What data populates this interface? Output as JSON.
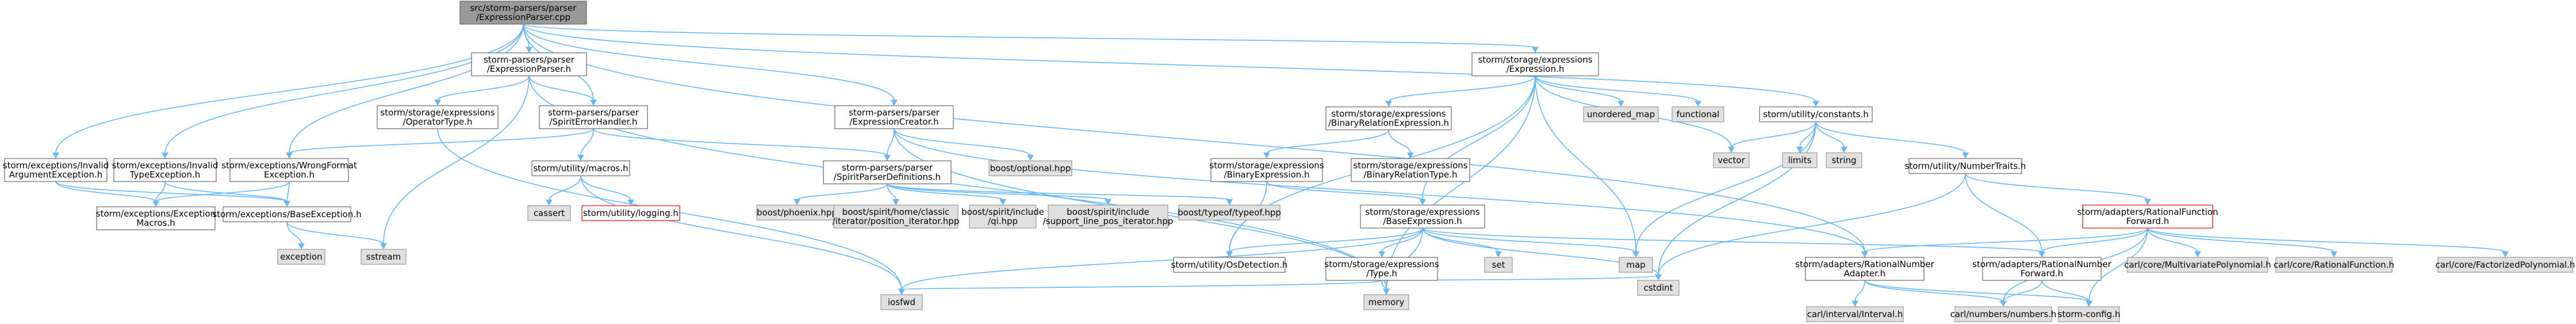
{
  "colors": {
    "root_fill": "#999999",
    "root_stroke": "#666666",
    "doc_fill": "#ffffff",
    "doc_stroke": "#666666",
    "ext_fill": "#e0e0e0",
    "ext_stroke": "#999999",
    "missing_stroke": "#ff0000",
    "edge": "#63b8ff",
    "text": "#000000"
  },
  "nodes": [
    {
      "id": "root",
      "kind": "root",
      "lines": [
        "src/storm-parsers/parser",
        "/ExpressionParser.cpp"
      ]
    },
    {
      "id": "ep_h",
      "kind": "doc",
      "lines": [
        "storm-parsers/parser",
        "/ExpressionParser.h"
      ]
    },
    {
      "id": "expr_h",
      "kind": "doc",
      "lines": [
        "storm/storage/expressions",
        "/Expression.h"
      ]
    },
    {
      "id": "constants_h",
      "kind": "doc",
      "lines": [
        "storm/utility/constants.h"
      ]
    },
    {
      "id": "invalid_arg",
      "kind": "doc",
      "lines": [
        "storm/exceptions/Invalid",
        "ArgumentException.h"
      ]
    },
    {
      "id": "invalid_type",
      "kind": "doc",
      "lines": [
        "storm/exceptions/Invalid",
        "TypeException.h"
      ]
    },
    {
      "id": "wrong_format",
      "kind": "doc",
      "lines": [
        "storm/exceptions/WrongFormat",
        "Exception.h"
      ]
    },
    {
      "id": "operator_type",
      "kind": "doc",
      "lines": [
        "storm/storage/expressions",
        "/OperatorType.h"
      ]
    },
    {
      "id": "spirit_error",
      "kind": "doc",
      "lines": [
        "storm-parsers/parser",
        "/SpiritErrorHandler.h"
      ]
    },
    {
      "id": "expr_creator",
      "kind": "doc",
      "lines": [
        "storm-parsers/parser",
        "/ExpressionCreator.h"
      ]
    },
    {
      "id": "macros_h",
      "kind": "doc",
      "lines": [
        "storm/utility/macros.h"
      ]
    },
    {
      "id": "spirit_defs",
      "kind": "doc",
      "lines": [
        "storm-parsers/parser",
        "/SpiritParserDefinitions.h"
      ]
    },
    {
      "id": "boost_optional",
      "kind": "ext",
      "lines": [
        "boost/optional.hpp"
      ]
    },
    {
      "id": "exc_macros",
      "kind": "doc",
      "lines": [
        "storm/exceptions/Exception",
        "Macros.h"
      ]
    },
    {
      "id": "base_exc",
      "kind": "doc",
      "lines": [
        "storm/exceptions/BaseException.h"
      ]
    },
    {
      "id": "exception",
      "kind": "ext",
      "lines": [
        "exception"
      ]
    },
    {
      "id": "sstream",
      "kind": "ext",
      "lines": [
        "sstream"
      ]
    },
    {
      "id": "cassert",
      "kind": "ext",
      "lines": [
        "cassert"
      ]
    },
    {
      "id": "logging",
      "kind": "missing",
      "lines": [
        "storm/utility/logging.h"
      ]
    },
    {
      "id": "boost_phoenix",
      "kind": "ext",
      "lines": [
        "boost/phoenix.hpp"
      ]
    },
    {
      "id": "boost_pos_iter",
      "kind": "ext",
      "lines": [
        "boost/spirit/home/classic",
        "/iterator/position_iterator.hpp"
      ]
    },
    {
      "id": "boost_qi",
      "kind": "ext",
      "lines": [
        "boost/spirit/include",
        "/qi.hpp"
      ]
    },
    {
      "id": "boost_line_pos",
      "kind": "ext",
      "lines": [
        "boost/spirit/include",
        "/support_line_pos_iterator.hpp"
      ]
    },
    {
      "id": "boost_typeof",
      "kind": "ext",
      "lines": [
        "boost/typeof/typeof.hpp"
      ]
    },
    {
      "id": "unordered_map",
      "kind": "ext",
      "lines": [
        "unordered_map"
      ]
    },
    {
      "id": "functional",
      "kind": "ext",
      "lines": [
        "functional"
      ]
    },
    {
      "id": "binrel_h",
      "kind": "doc",
      "lines": [
        "storm/storage/expressions",
        "/BinaryRelationExpression.h"
      ]
    },
    {
      "id": "binexpr_h",
      "kind": "doc",
      "lines": [
        "storm/storage/expressions",
        "/BinaryExpression.h"
      ]
    },
    {
      "id": "binrel_type",
      "kind": "doc",
      "lines": [
        "storm/storage/expressions",
        "/BinaryRelationType.h"
      ]
    },
    {
      "id": "baseexpr_h",
      "kind": "doc",
      "lines": [
        "storm/storage/expressions",
        "/BaseExpression.h"
      ]
    },
    {
      "id": "osdetect",
      "kind": "doc",
      "lines": [
        "storm/utility/OsDetection.h"
      ]
    },
    {
      "id": "type_h",
      "kind": "doc",
      "lines": [
        "storm/storage/expressions",
        "/Type.h"
      ]
    },
    {
      "id": "set",
      "kind": "ext",
      "lines": [
        "set"
      ]
    },
    {
      "id": "map",
      "kind": "ext",
      "lines": [
        "map"
      ]
    },
    {
      "id": "cstdint",
      "kind": "ext",
      "lines": [
        "cstdint"
      ]
    },
    {
      "id": "iosfwd",
      "kind": "ext",
      "lines": [
        "iosfwd"
      ]
    },
    {
      "id": "memory",
      "kind": "ext",
      "lines": [
        "memory"
      ]
    },
    {
      "id": "vector",
      "kind": "ext",
      "lines": [
        "vector"
      ]
    },
    {
      "id": "limits",
      "kind": "ext",
      "lines": [
        "limits"
      ]
    },
    {
      "id": "string",
      "kind": "ext",
      "lines": [
        "string"
      ]
    },
    {
      "id": "numtraits",
      "kind": "doc",
      "lines": [
        "storm/utility/NumberTraits.h"
      ]
    },
    {
      "id": "ratfunc_fwd",
      "kind": "missing",
      "lines": [
        "storm/adapters/RationalFunction",
        "Forward.h"
      ]
    },
    {
      "id": "ratnum_adapter",
      "kind": "doc",
      "lines": [
        "storm/adapters/RationalNumber",
        "Adapter.h"
      ]
    },
    {
      "id": "ratnum_fwd",
      "kind": "doc",
      "lines": [
        "storm/adapters/RationalNumber",
        "Forward.h"
      ]
    },
    {
      "id": "multivar_poly",
      "kind": "ext",
      "lines": [
        "carl/core/MultivariatePolynomial.h"
      ]
    },
    {
      "id": "ratfunc_carl",
      "kind": "ext",
      "lines": [
        "carl/core/RationalFunction.h"
      ]
    },
    {
      "id": "fact_poly",
      "kind": "ext",
      "lines": [
        "carl/core/FactorizedPolynomial.h"
      ]
    },
    {
      "id": "interval",
      "kind": "ext",
      "lines": [
        "carl/interval/Interval.h"
      ]
    },
    {
      "id": "numbers",
      "kind": "ext",
      "lines": [
        "carl/numbers/numbers.h"
      ]
    },
    {
      "id": "storm_config",
      "kind": "ext",
      "lines": [
        "storm-config.h"
      ]
    }
  ],
  "edges": [
    [
      "root",
      "ep_h"
    ],
    [
      "root",
      "expr_h"
    ],
    [
      "root",
      "constants_h"
    ],
    [
      "root",
      "invalid_arg"
    ],
    [
      "root",
      "invalid_type"
    ],
    [
      "root",
      "wrong_format"
    ],
    [
      "root",
      "spirit_error"
    ],
    [
      "root",
      "expr_creator"
    ],
    [
      "root",
      "ratnum_adapter"
    ],
    [
      "ep_h",
      "operator_type"
    ],
    [
      "ep_h",
      "spirit_error"
    ],
    [
      "ep_h",
      "sstream"
    ],
    [
      "ep_h",
      "memory"
    ],
    [
      "spirit_error",
      "macros_h"
    ],
    [
      "spirit_error",
      "spirit_defs"
    ],
    [
      "spirit_error",
      "wrong_format"
    ],
    [
      "expr_creator",
      "spirit_defs"
    ],
    [
      "expr_creator",
      "boost_optional"
    ],
    [
      "expr_creator",
      "memory"
    ],
    [
      "expr_creator",
      "ratnum_adapter"
    ],
    [
      "macros_h",
      "cassert"
    ],
    [
      "macros_h",
      "logging"
    ],
    [
      "macros_h",
      "iosfwd"
    ],
    [
      "spirit_defs",
      "boost_phoenix"
    ],
    [
      "spirit_defs",
      "boost_pos_iter"
    ],
    [
      "spirit_defs",
      "boost_qi"
    ],
    [
      "spirit_defs",
      "boost_line_pos"
    ],
    [
      "spirit_defs",
      "boost_typeof"
    ],
    [
      "invalid_arg",
      "exc_macros"
    ],
    [
      "invalid_arg",
      "base_exc"
    ],
    [
      "invalid_type",
      "exc_macros"
    ],
    [
      "invalid_type",
      "base_exc"
    ],
    [
      "wrong_format",
      "exc_macros"
    ],
    [
      "wrong_format",
      "base_exc"
    ],
    [
      "base_exc",
      "exception"
    ],
    [
      "base_exc",
      "sstream"
    ],
    [
      "operator_type",
      "iosfwd"
    ],
    [
      "expr_h",
      "binrel_h"
    ],
    [
      "expr_h",
      "unordered_map"
    ],
    [
      "expr_h",
      "functional"
    ],
    [
      "expr_h",
      "vector"
    ],
    [
      "expr_h",
      "map"
    ],
    [
      "expr_h",
      "baseexpr_h"
    ],
    [
      "expr_h",
      "osdetect"
    ],
    [
      "expr_h",
      "memory"
    ],
    [
      "binrel_h",
      "binexpr_h"
    ],
    [
      "binrel_h",
      "binrel_type"
    ],
    [
      "binexpr_h",
      "baseexpr_h"
    ],
    [
      "binexpr_h",
      "osdetect"
    ],
    [
      "baseexpr_h",
      "osdetect"
    ],
    [
      "baseexpr_h",
      "type_h"
    ],
    [
      "baseexpr_h",
      "set"
    ],
    [
      "baseexpr_h",
      "map"
    ],
    [
      "baseexpr_h",
      "cstdint"
    ],
    [
      "baseexpr_h",
      "memory"
    ],
    [
      "baseexpr_h",
      "ratnum_fwd"
    ],
    [
      "baseexpr_h",
      "iosfwd"
    ],
    [
      "type_h",
      "iosfwd"
    ],
    [
      "type_h",
      "memory"
    ],
    [
      "type_h",
      "cstdint"
    ],
    [
      "constants_h",
      "vector"
    ],
    [
      "constants_h",
      "limits"
    ],
    [
      "constants_h",
      "string"
    ],
    [
      "constants_h",
      "numtraits"
    ],
    [
      "constants_h",
      "map"
    ],
    [
      "constants_h",
      "cstdint"
    ],
    [
      "numtraits",
      "ratfunc_fwd"
    ],
    [
      "numtraits",
      "ratnum_fwd"
    ],
    [
      "numtraits",
      "cstdint"
    ],
    [
      "ratfunc_fwd",
      "ratnum_adapter"
    ],
    [
      "ratfunc_fwd",
      "ratnum_fwd"
    ],
    [
      "ratfunc_fwd",
      "multivar_poly"
    ],
    [
      "ratfunc_fwd",
      "ratfunc_carl"
    ],
    [
      "ratfunc_fwd",
      "fact_poly"
    ],
    [
      "ratfunc_fwd",
      "numbers"
    ],
    [
      "ratfunc_fwd",
      "storm_config"
    ],
    [
      "ratnum_adapter",
      "storm_config"
    ],
    [
      "ratnum_adapter",
      "interval"
    ],
    [
      "ratnum_adapter",
      "numbers"
    ],
    [
      "ratnum_fwd",
      "numbers"
    ],
    [
      "ratnum_fwd",
      "storm_config"
    ]
  ]
}
